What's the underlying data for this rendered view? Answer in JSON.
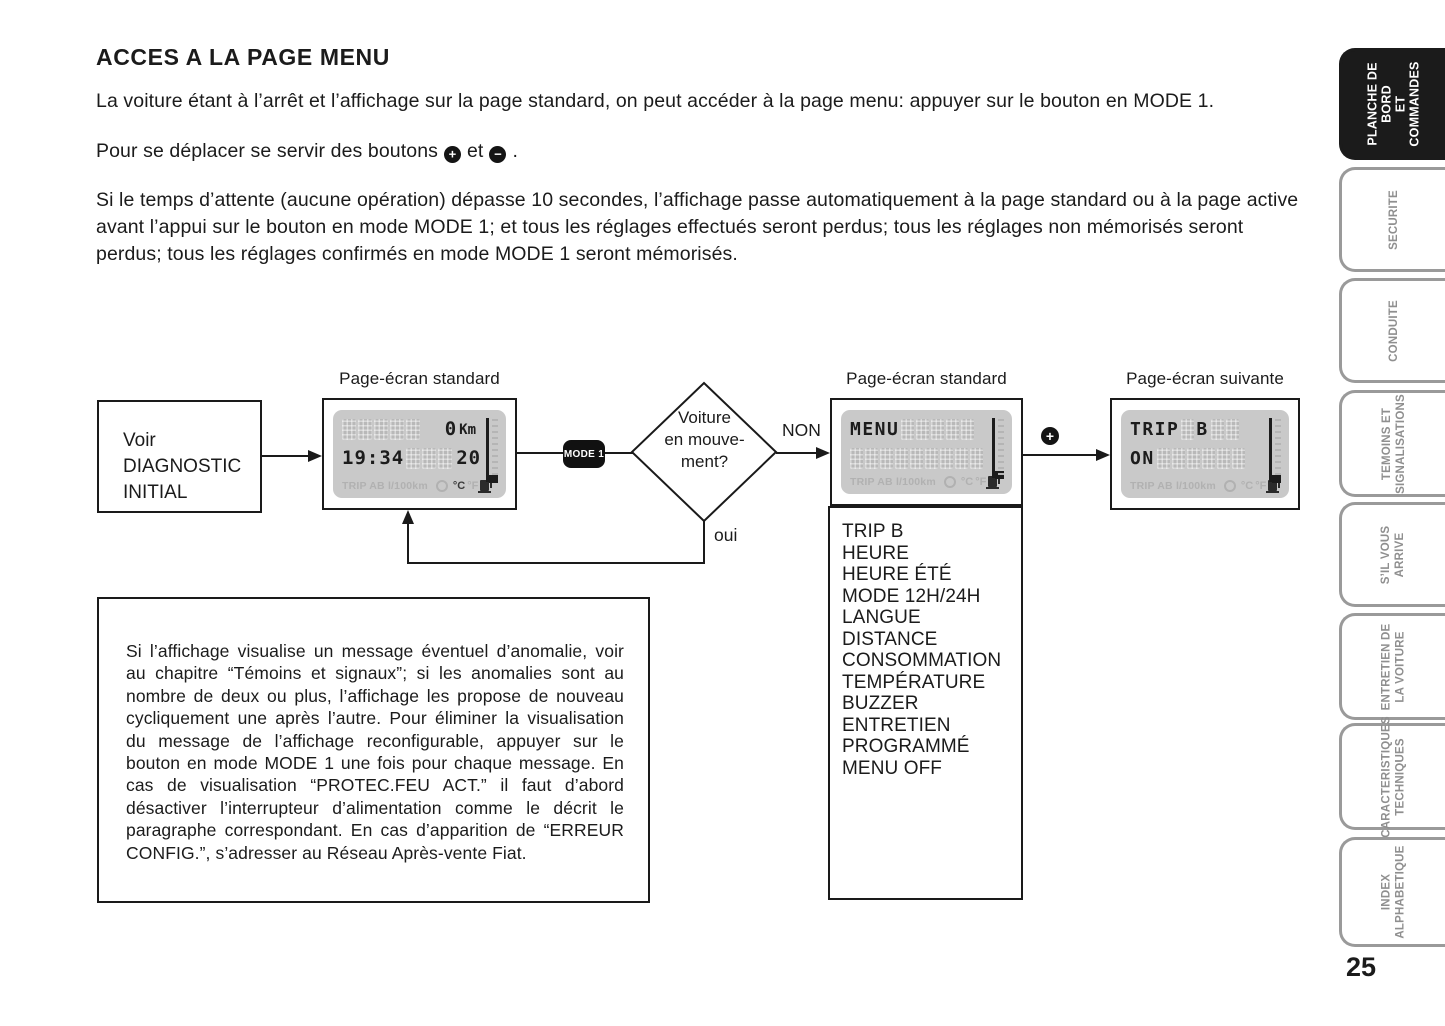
{
  "page": {
    "title": "ACCES A LA PAGE MENU",
    "number": "25"
  },
  "colors": {
    "ink": "#1b1b1b",
    "lcd_bg": "#c9c9c9",
    "lcd_ghost": "#b9b9b9",
    "tab_inactive_gray": "#8f8f8f",
    "tab_active_bg": "#1b1b1b"
  },
  "symbols": {
    "plus": "+",
    "minus": "−"
  },
  "paragraphs": {
    "p1": "La voiture étant à l’arrêt et l’affichage sur la page standard, on peut accéder à la page menu: appuyer sur le bouton en MODE 1.",
    "p2_before": "Pour se déplacer se servir des boutons",
    "p2_et": "et",
    "p2_end": ".",
    "p3": "Si le temps d’attente (aucune opération) dépasse 10 secondes, l’affichage passe automatiquement à la page standard ou à la page active avant l’appui sur le bouton en mode MODE 1; et tous les réglages effectués seront perdus; tous les réglages non mémorisés seront perdus; tous les réglages confirmés en mode MODE 1 seront mémorisés."
  },
  "diagram": {
    "initial_box": "Voir\nDIAGNOSTIC\nINITIAL",
    "label_standard_1": "Page-écran standard",
    "label_standard_2": "Page-écran standard",
    "label_next": "Page-écran suivante",
    "mode_button": "MODE 1",
    "decision": "Voiture\nen mouve-\nment?",
    "no_label": "NON",
    "yes_label": "oui",
    "displays": {
      "standard": {
        "value": "0",
        "unit": "Km",
        "clock": "19:34",
        "temp": "20",
        "footer": "TRIP AB l/100km",
        "celsius": "°C",
        "fahrenheit": "°F"
      },
      "menu": {
        "line1": "MENU",
        "footer": "TRIP AB l/100km",
        "celsius": "°C",
        "fahrenheit": "°F"
      },
      "next": {
        "line1_a": "TRIP",
        "line1_b": "B",
        "line2": "ON",
        "footer": "TRIP AB l/100km",
        "celsius": "°C",
        "fahrenheit": "°F"
      }
    },
    "menu_items": [
      "TRIP B",
      "HEURE",
      "HEURE ÉTÉ",
      "MODE 12H/24H",
      "LANGUE",
      "DISTANCE",
      "CONSOMMATION",
      "TEMPÉRATURE",
      "BUZZER",
      "ENTRETIEN PROGRAMMÉ",
      "MENU OFF"
    ],
    "note": "Si l’affichage visualise un message éventuel d’anomalie, voir au chapitre “Témoins et signaux”; si les anomalies sont au nombre de deux ou plus, l’affichage les propose de nouveau cycliquement une après l’autre. Pour éliminer la visualisation du message de l’affichage reconfigurable, appuyer sur le bouton en mode MODE 1 une fois pour chaque message. En cas de visualisation “PROTEC.FEU ACT.” il faut d’abord désactiver l’interrupteur d’alimentation comme le décrit le paragraphe correspondant. En cas d’apparition de “ERREUR CONFIG.”, s’adresser au Réseau Après-vente Fiat."
  },
  "sidebar": {
    "tabs": [
      {
        "label": "PLANCHE DE BORD\nET COMMANDES",
        "active": true
      },
      {
        "label": "SECURITE",
        "active": false
      },
      {
        "label": "CONDUITE",
        "active": false
      },
      {
        "label": "TEMOINS ET\nSIGNALISATIONS",
        "active": false
      },
      {
        "label": "S’IL VOUS\nARRIVE",
        "active": false
      },
      {
        "label": "ENTRETIEN DE\nLA VOITURE",
        "active": false
      },
      {
        "label": "CARACTERISTIQUES\nTECHNIQUES",
        "active": false
      },
      {
        "label": "INDEX\nALPHABETIQUE",
        "active": false
      }
    ]
  }
}
